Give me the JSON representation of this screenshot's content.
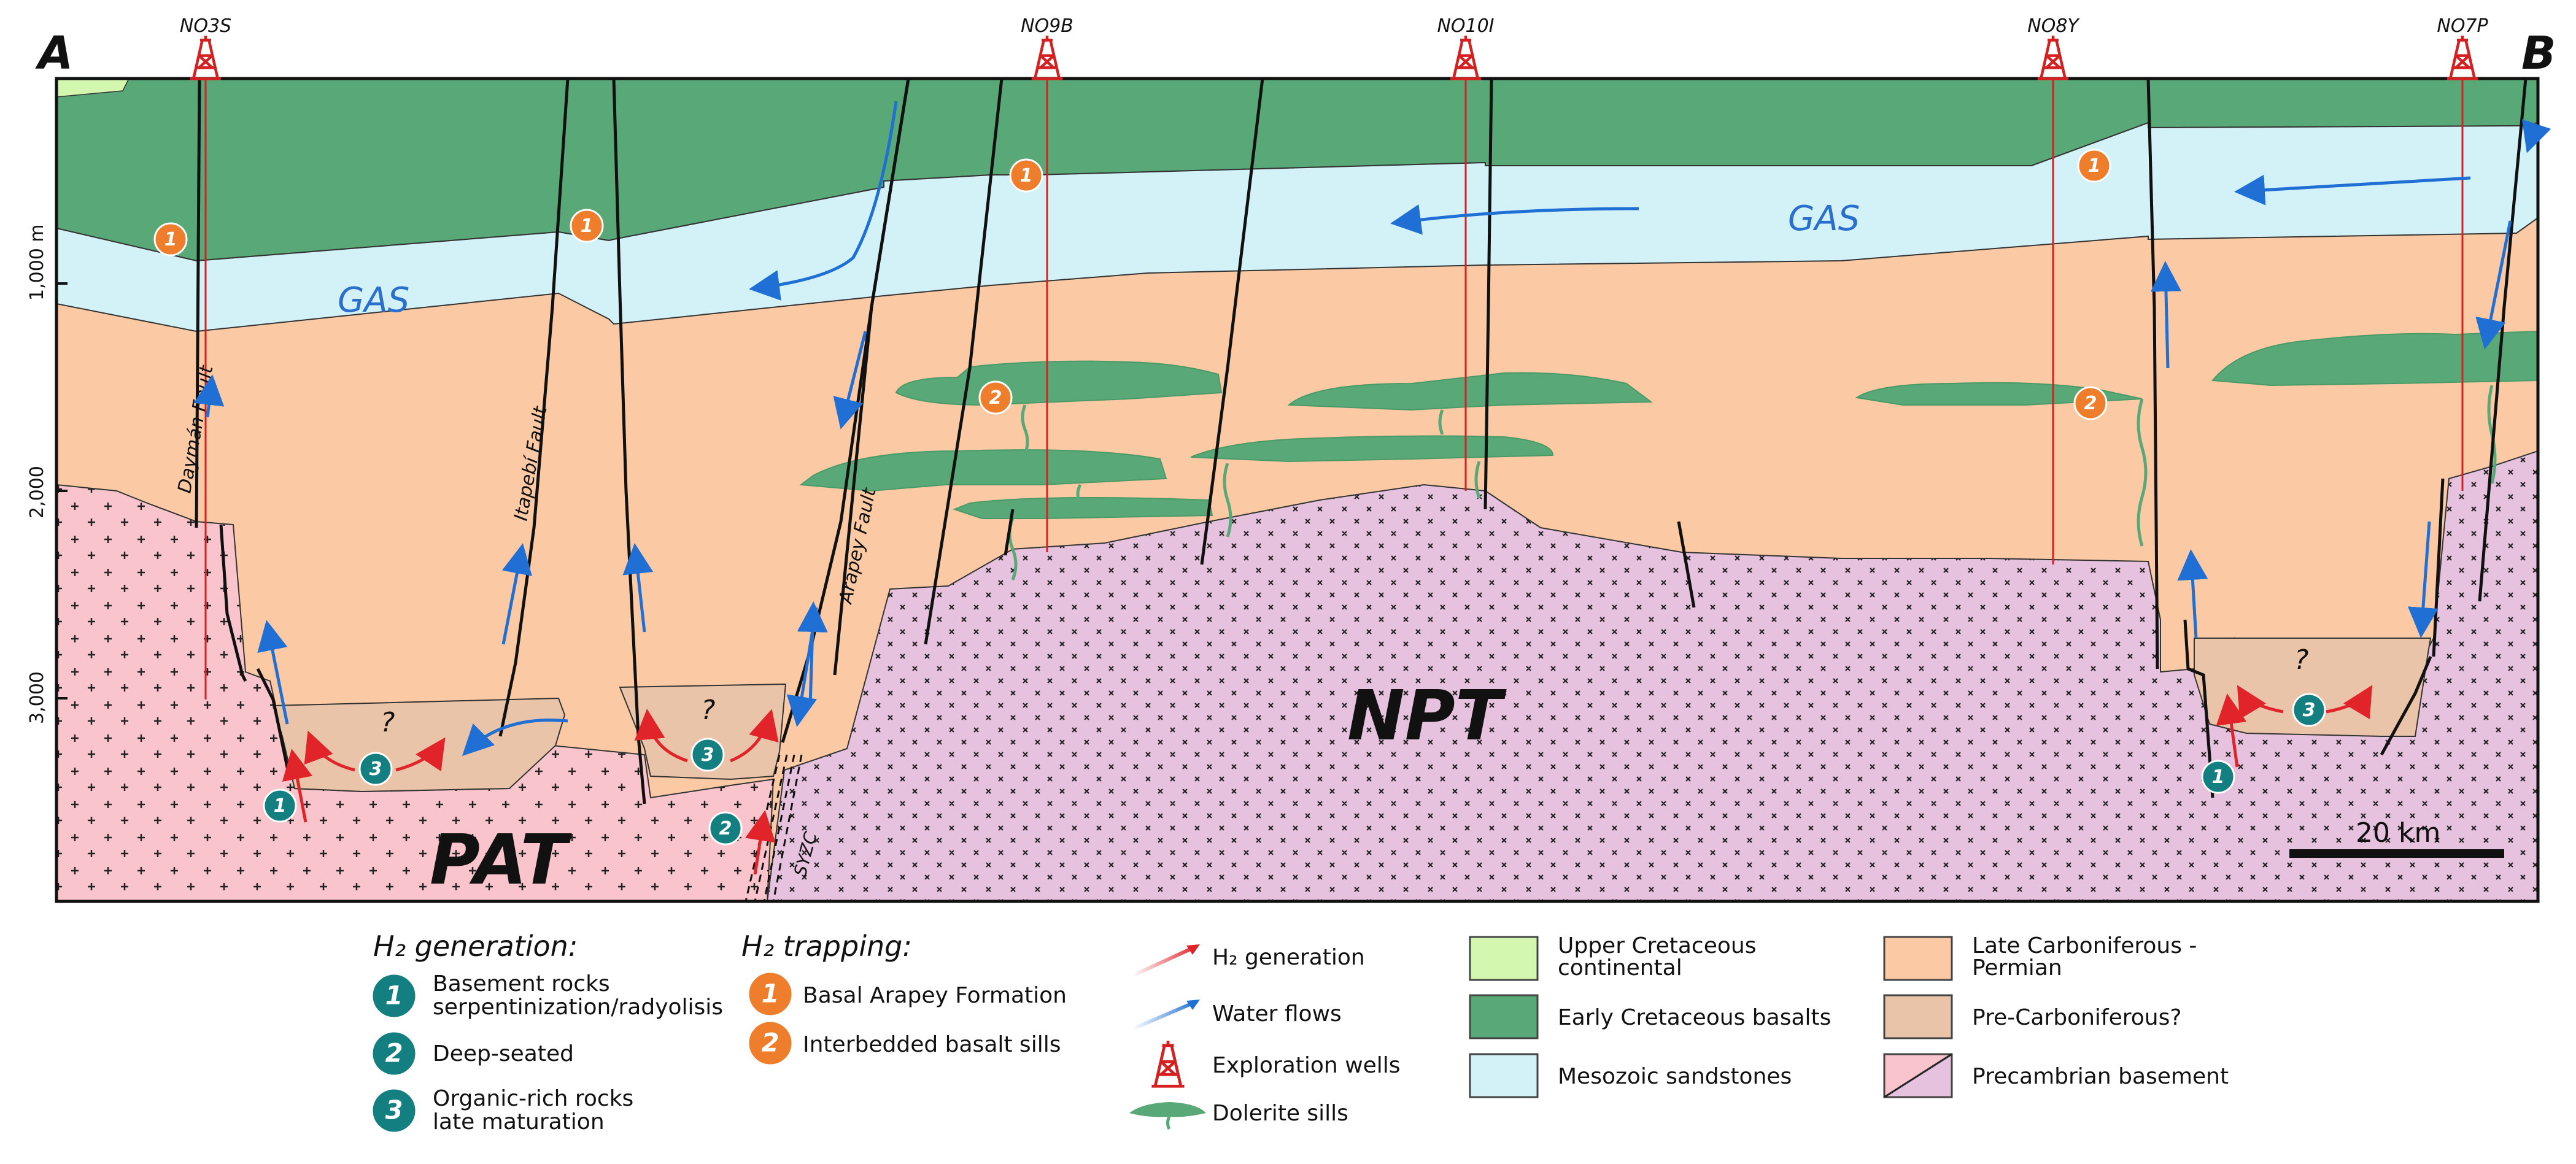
{
  "section": {
    "start_label": "A",
    "end_label": "B"
  },
  "wells": [
    {
      "name": "NO3S"
    },
    {
      "name": "NO9B"
    },
    {
      "name": "NO10I"
    },
    {
      "name": "NO8Y"
    },
    {
      "name": "NO7P"
    }
  ],
  "depth_axis": {
    "ticks": [
      "1,000 m",
      "2,000",
      "3,000"
    ]
  },
  "faults": [
    "Daymán Fault",
    "Itapebí Fault",
    "Arapey Fault"
  ],
  "shear_zone_label": "SYZC",
  "terranes": [
    "PAT",
    "NPT"
  ],
  "gas_labels": [
    "GAS",
    "GAS"
  ],
  "uncertain_mark": "?",
  "scale_bar": {
    "label": "20 km"
  },
  "generation_legend": {
    "title": "H₂ generation:",
    "items": [
      {
        "num": "1",
        "label_lines": [
          "Basement rocks",
          "serpentinization/radyolisis"
        ]
      },
      {
        "num": "2",
        "label_lines": [
          "Deep-seated"
        ]
      },
      {
        "num": "3",
        "label_lines": [
          "Organic-rich rocks",
          "late maturation"
        ]
      }
    ]
  },
  "trapping_legend": {
    "title": "H₂ trapping:",
    "items": [
      {
        "num": "1",
        "label": "Basal Arapey Formation"
      },
      {
        "num": "2",
        "label": "Interbedded basalt sills"
      }
    ]
  },
  "symbol_legend": [
    {
      "icon": "red-arrow",
      "label": "H₂ generation"
    },
    {
      "icon": "blue-arrow",
      "label": "Water flows"
    },
    {
      "icon": "derrick-icon",
      "label": "Exploration wells"
    },
    {
      "icon": "sill-icon",
      "label": "Dolerite sills"
    }
  ],
  "unit_legend": [
    {
      "label_lines": [
        "Upper Cretaceous",
        "continental"
      ],
      "color": "#d4f7b0"
    },
    {
      "label_lines": [
        "Early Cretaceous basalts"
      ],
      "color": "#58a878"
    },
    {
      "label_lines": [
        "Mesozoic sandstones"
      ],
      "color": "#d2f2f8"
    },
    {
      "label_lines": [
        "Late Carboniferous -",
        "Permian"
      ],
      "color": "#fbcaa4"
    },
    {
      "label_lines": [
        "Pre-Carboniferous?"
      ],
      "color": "#e9c4a8"
    },
    {
      "label_lines": [
        "Precambrian basement"
      ],
      "color_a": "#f9c4cc",
      "color_b": "#e6c2de"
    }
  ],
  "colors": {
    "basalt": "#58a878",
    "sandstone": "#d2f2f8",
    "permian": "#fbcaa4",
    "pre_carboniferous": "#e9c4a8",
    "basement_pat": "#f9c4cc",
    "basement_npt": "#e6c2de",
    "upper_cretaceous": "#d4f7b0",
    "generation_badge": "#137f80",
    "trapping_badge": "#ee7d2c",
    "h2_arrow": "#e0242a",
    "water_arrow": "#1f6fd4",
    "gas_text": "#2a6fcc",
    "well": "#d42020"
  }
}
